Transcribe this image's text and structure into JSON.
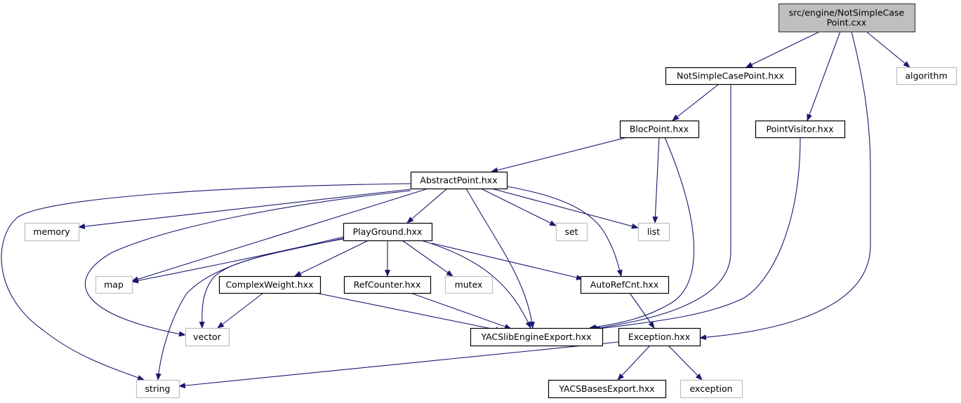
{
  "graph": {
    "edge_color": "#191970",
    "root_fill": "#bfbfbf",
    "file_border": "#000000",
    "system_border": "#bfbfbf",
    "nodes": [
      {
        "id": "root",
        "label": [
          "src/engine/NotSimpleCase",
          "Point.cxx"
        ],
        "kind": "root"
      },
      {
        "id": "nscp",
        "label": [
          "NotSimpleCasePoint.hxx"
        ],
        "kind": "file"
      },
      {
        "id": "algorithm",
        "label": [
          "algorithm"
        ],
        "kind": "system"
      },
      {
        "id": "bloc",
        "label": [
          "BlocPoint.hxx"
        ],
        "kind": "file"
      },
      {
        "id": "visitor",
        "label": [
          "PointVisitor.hxx"
        ],
        "kind": "file"
      },
      {
        "id": "abstract",
        "label": [
          "AbstractPoint.hxx"
        ],
        "kind": "file"
      },
      {
        "id": "memory",
        "label": [
          "memory"
        ],
        "kind": "system"
      },
      {
        "id": "playground",
        "label": [
          "PlayGround.hxx"
        ],
        "kind": "file"
      },
      {
        "id": "set",
        "label": [
          "set"
        ],
        "kind": "system"
      },
      {
        "id": "list",
        "label": [
          "list"
        ],
        "kind": "system"
      },
      {
        "id": "map",
        "label": [
          "map"
        ],
        "kind": "system"
      },
      {
        "id": "complex",
        "label": [
          "ComplexWeight.hxx"
        ],
        "kind": "file"
      },
      {
        "id": "refcounter",
        "label": [
          "RefCounter.hxx"
        ],
        "kind": "file"
      },
      {
        "id": "mutex",
        "label": [
          "mutex"
        ],
        "kind": "system"
      },
      {
        "id": "autoref",
        "label": [
          "AutoRefCnt.hxx"
        ],
        "kind": "file"
      },
      {
        "id": "vector",
        "label": [
          "vector"
        ],
        "kind": "system"
      },
      {
        "id": "yacslib",
        "label": [
          "YACSlibEngineExport.hxx"
        ],
        "kind": "file"
      },
      {
        "id": "exception_hxx",
        "label": [
          "Exception.hxx"
        ],
        "kind": "file"
      },
      {
        "id": "string",
        "label": [
          "string"
        ],
        "kind": "system"
      },
      {
        "id": "yacsbases",
        "label": [
          "YACSBasesExport.hxx"
        ],
        "kind": "file"
      },
      {
        "id": "exception",
        "label": [
          "exception"
        ],
        "kind": "system"
      }
    ],
    "edges": [
      {
        "from": "root",
        "to": "nscp"
      },
      {
        "from": "root",
        "to": "visitor"
      },
      {
        "from": "root",
        "to": "exception_hxx"
      },
      {
        "from": "root",
        "to": "algorithm"
      },
      {
        "from": "nscp",
        "to": "bloc"
      },
      {
        "from": "nscp",
        "to": "yacslib"
      },
      {
        "from": "bloc",
        "to": "abstract"
      },
      {
        "from": "bloc",
        "to": "list"
      },
      {
        "from": "bloc",
        "to": "yacslib"
      },
      {
        "from": "visitor",
        "to": "yacslib"
      },
      {
        "from": "abstract",
        "to": "string"
      },
      {
        "from": "abstract",
        "to": "memory"
      },
      {
        "from": "abstract",
        "to": "vector"
      },
      {
        "from": "abstract",
        "to": "map"
      },
      {
        "from": "abstract",
        "to": "playground"
      },
      {
        "from": "abstract",
        "to": "yacslib"
      },
      {
        "from": "abstract",
        "to": "set"
      },
      {
        "from": "abstract",
        "to": "list"
      },
      {
        "from": "abstract",
        "to": "autoref"
      },
      {
        "from": "playground",
        "to": "map"
      },
      {
        "from": "playground",
        "to": "vector"
      },
      {
        "from": "playground",
        "to": "string"
      },
      {
        "from": "playground",
        "to": "complex"
      },
      {
        "from": "playground",
        "to": "refcounter"
      },
      {
        "from": "playground",
        "to": "mutex"
      },
      {
        "from": "playground",
        "to": "yacslib"
      },
      {
        "from": "playground",
        "to": "autoref"
      },
      {
        "from": "complex",
        "to": "vector"
      },
      {
        "from": "complex",
        "to": "yacslib"
      },
      {
        "from": "refcounter",
        "to": "yacslib"
      },
      {
        "from": "autoref",
        "to": "exception_hxx"
      },
      {
        "from": "exception_hxx",
        "to": "string"
      },
      {
        "from": "exception_hxx",
        "to": "yacsbases"
      },
      {
        "from": "exception_hxx",
        "to": "exception"
      }
    ]
  }
}
